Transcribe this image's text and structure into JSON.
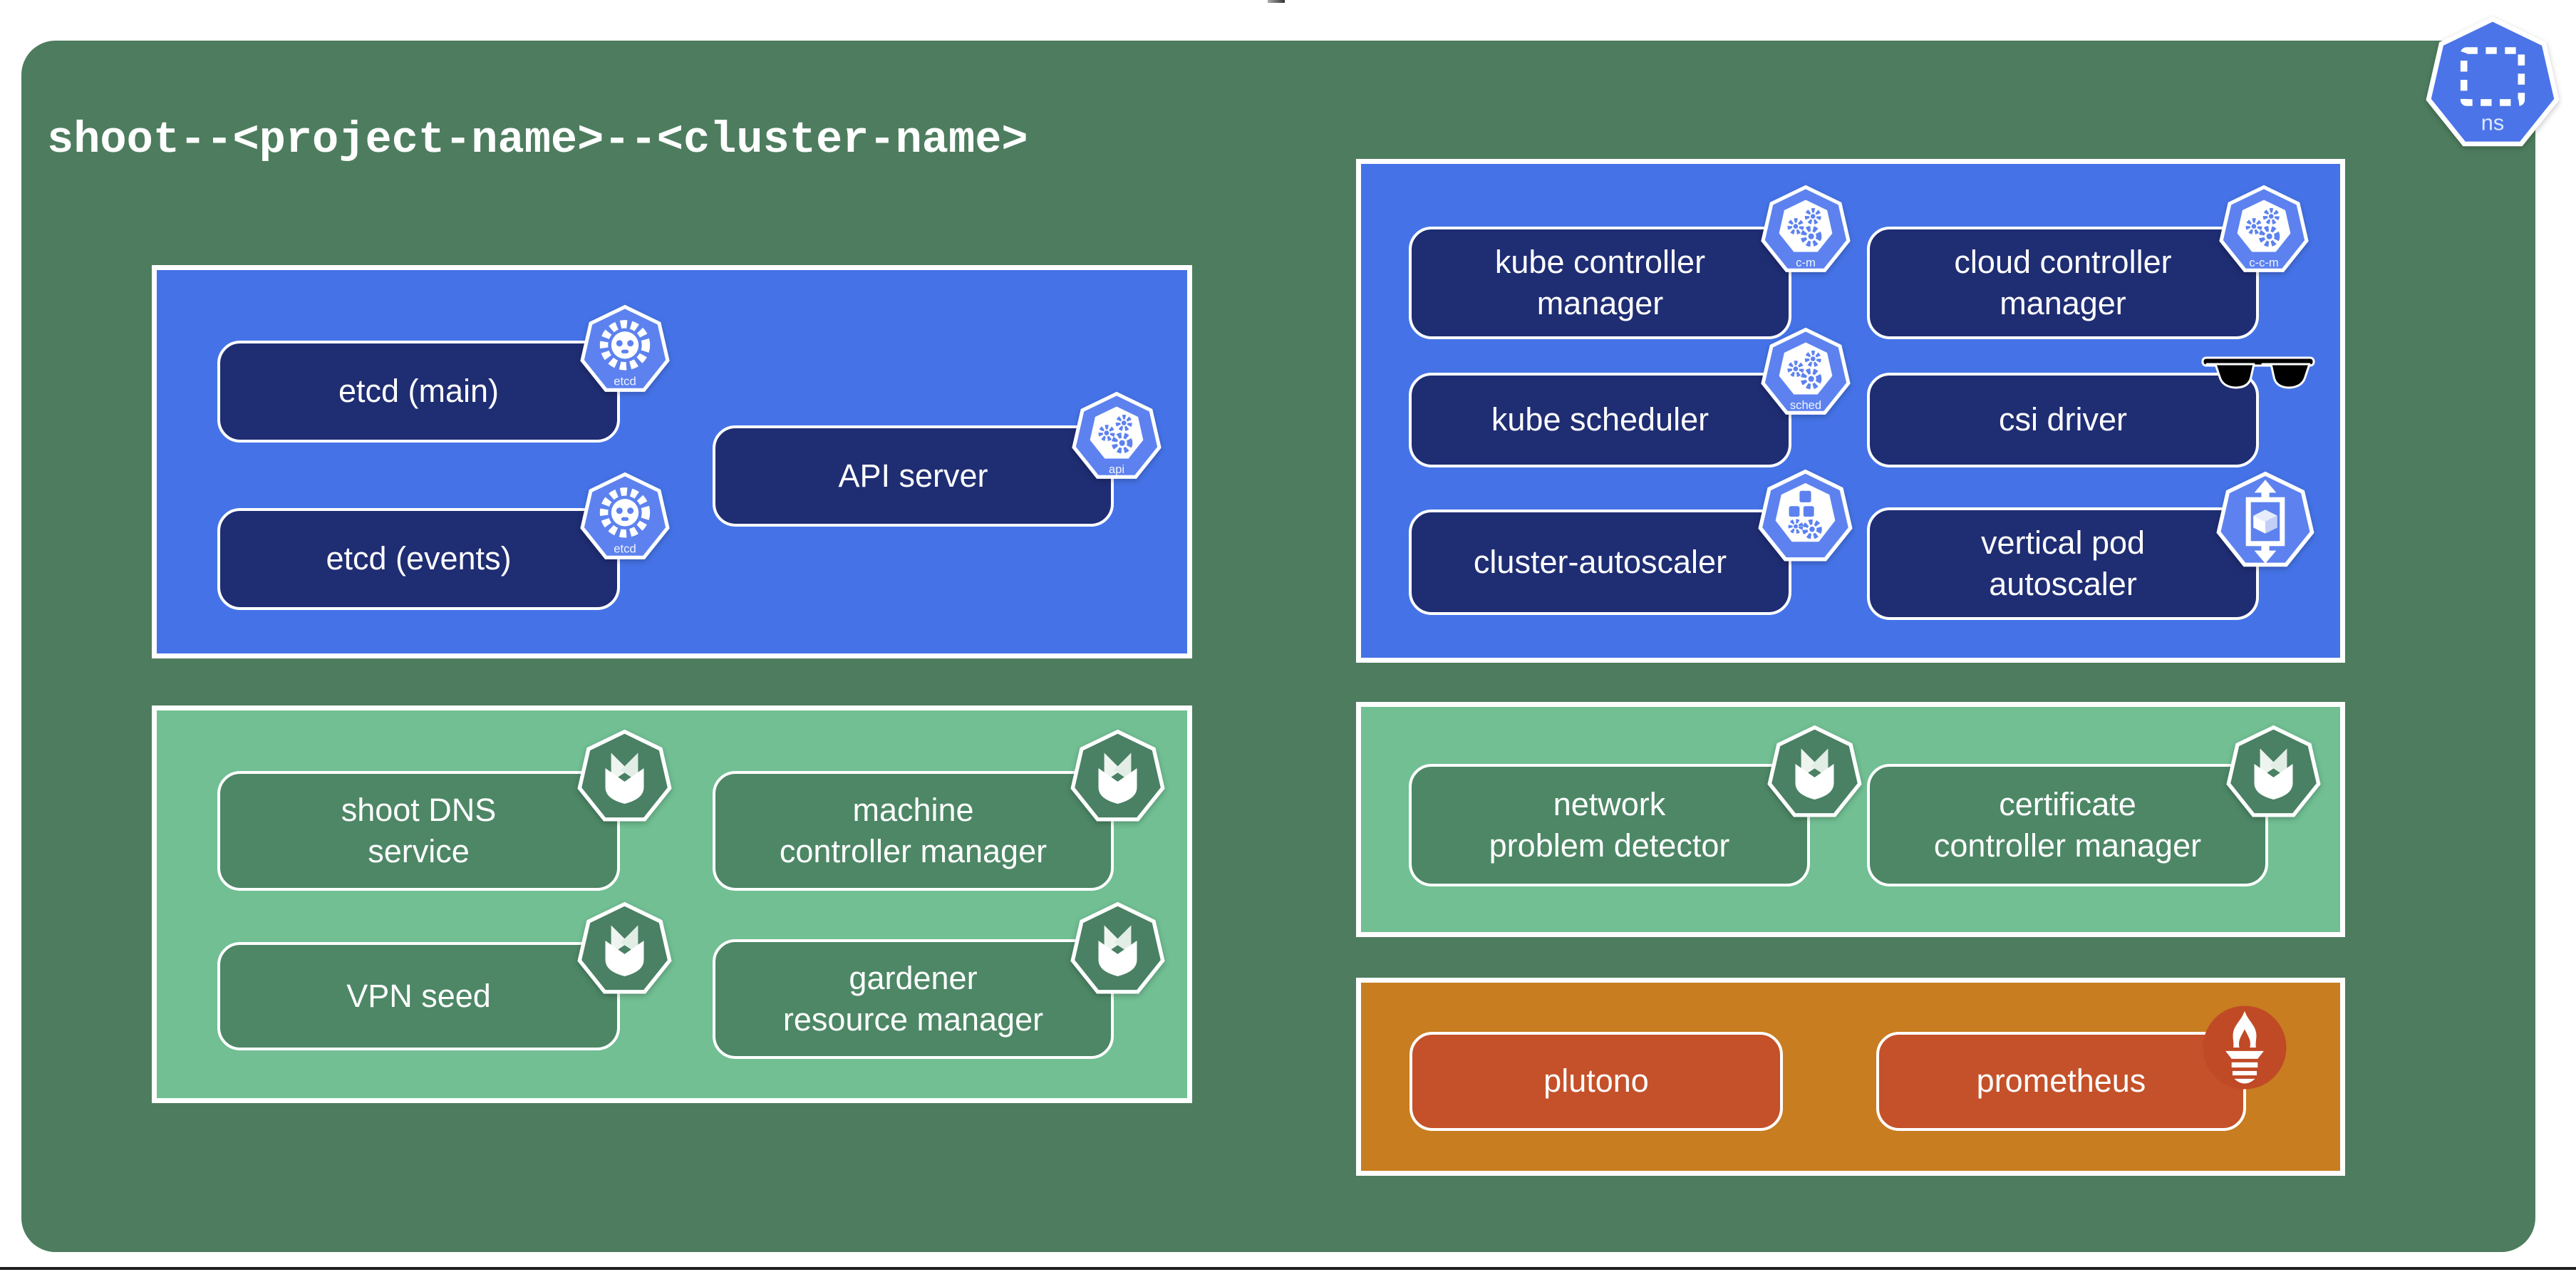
{
  "namespace": {
    "title": "shoot--<project-name>--<cluster-name>",
    "ns_badge_label": "ns"
  },
  "colors": {
    "namespace_bg": "#4d7d5e",
    "kubernetes_panel_blue": "#4573e7",
    "kubernetes_node_navy": "#1f2d73",
    "kubernetes_badge_blue": "#5d82ef",
    "gardener_panel_mint": "#71bf93",
    "gardener_node_green": "#4d8766",
    "gardener_badge_green": "#4a8063",
    "monitoring_panel_orange": "#c87d20",
    "monitoring_node_red": "#c4512a",
    "prometheus_circle_red": "#c04a26",
    "text_white": "#ffffff"
  },
  "components": {
    "etcd_main": {
      "label": "etcd (main)",
      "icon_label": "etcd"
    },
    "api_server": {
      "label": "API server",
      "icon_label": "api"
    },
    "etcd_events": {
      "label": "etcd (events)",
      "icon_label": "etcd"
    },
    "kube_controller_manager": {
      "label": "kube controller\nmanager",
      "icon_label": "c-m"
    },
    "cloud_controller_manager": {
      "label": "cloud controller\nmanager",
      "icon_label": "c-c-m"
    },
    "kube_scheduler": {
      "label": "kube scheduler",
      "icon_label": "sched"
    },
    "csi_driver": {
      "label": "csi driver"
    },
    "cluster_autoscaler": {
      "label": "cluster-autoscaler"
    },
    "vertical_pod_autoscaler": {
      "label": "vertical pod\nautoscaler"
    },
    "shoot_dns_service": {
      "label": "shoot DNS\nservice"
    },
    "machine_controller_manager": {
      "label": "machine\ncontroller manager"
    },
    "vpn_seed": {
      "label": "VPN seed"
    },
    "gardener_resource_manager": {
      "label": "gardener\nresource manager"
    },
    "network_problem_detector": {
      "label": "network\nproblem detector"
    },
    "certificate_controller_manager": {
      "label": "certificate\ncontroller manager"
    },
    "plutono": {
      "label": "plutono"
    },
    "prometheus": {
      "label": "prometheus"
    }
  }
}
